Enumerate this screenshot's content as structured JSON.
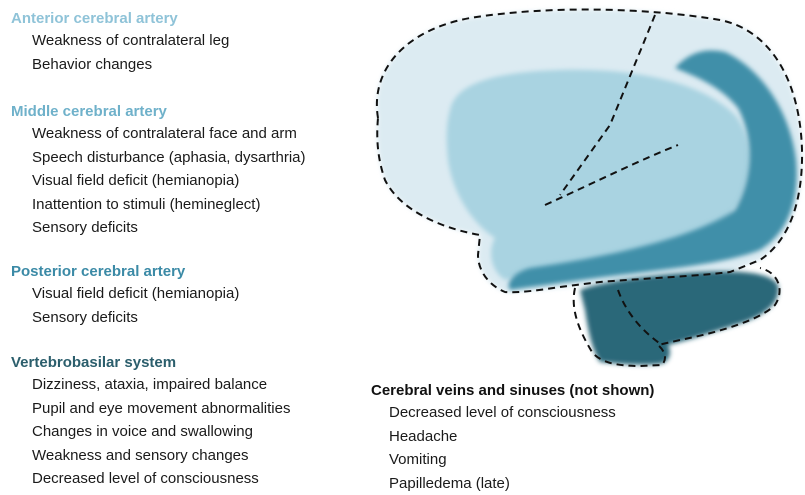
{
  "colors": {
    "aca_light": "#dcebf2",
    "mca_mid": "#a9d3e1",
    "pca_teal": "#3f8fa9",
    "vbs_dark": "#2b6879",
    "aca_heading": "#8fc3d8",
    "mca_heading": "#6fb1ca",
    "pca_heading": "#3b8aa6",
    "vbs_heading": "#2b5e6c",
    "outline": "#111111",
    "text": "#1a1a1a"
  },
  "territories": [
    {
      "heading": "Anterior cerebral artery",
      "items": [
        "Weakness of contralateral leg",
        "Behavior changes"
      ]
    },
    {
      "heading": "Middle cerebral artery",
      "items": [
        "Weakness of contralateral face and arm",
        "Speech disturbance (aphasia, dysarthria)",
        "Visual field deficit (hemianopia)",
        "Inattention to stimuli (hemineglect)",
        "Sensory deficits"
      ]
    },
    {
      "heading": "Posterior cerebral artery",
      "items": [
        "Visual field deficit (hemianopia)",
        "Sensory deficits"
      ]
    },
    {
      "heading": "Vertebrobasilar system",
      "items": [
        "Dizziness, ataxia, impaired balance",
        "Pupil and eye movement abnormalities",
        "Changes in voice and swallowing",
        "Weakness and sensory changes",
        "Decreased level of consciousness"
      ]
    }
  ],
  "veins": {
    "heading": "Cerebral veins and sinuses (not shown)",
    "items": [
      "Decreased level of consciousness",
      "Headache",
      "Vomiting",
      "Papilledema (late)"
    ]
  }
}
